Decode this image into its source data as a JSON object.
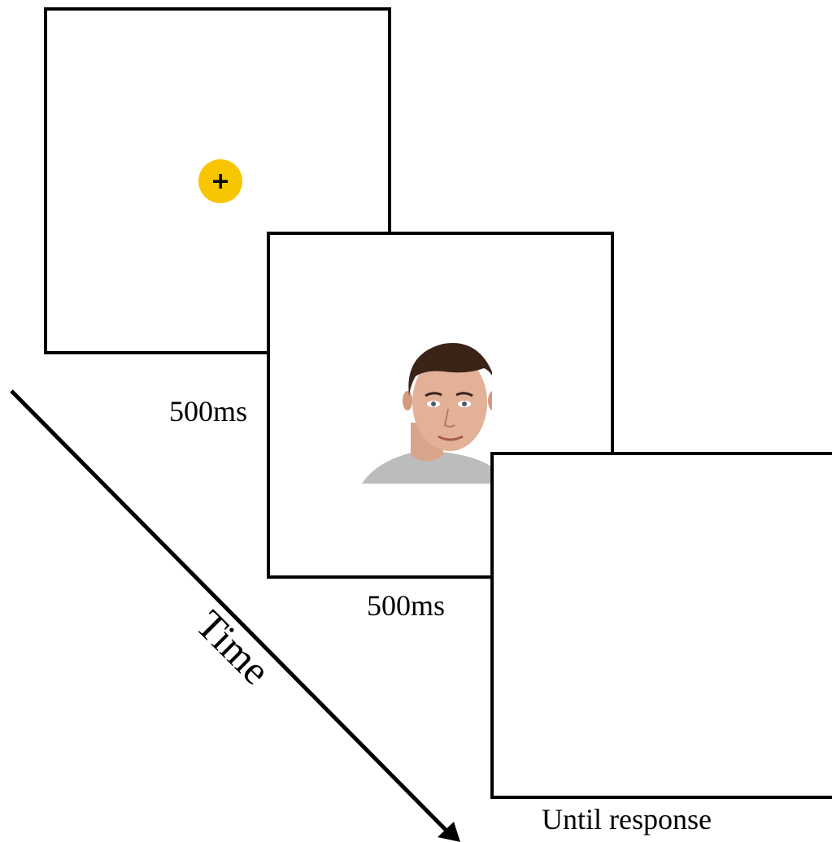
{
  "fixation_screen": {
    "duration": "500ms",
    "symbol": "+",
    "dot_color": "#f7c600"
  },
  "face_screen": {
    "duration": "500ms"
  },
  "response_screen": {
    "duration": "Until response"
  },
  "axis": {
    "label": "Time"
  }
}
